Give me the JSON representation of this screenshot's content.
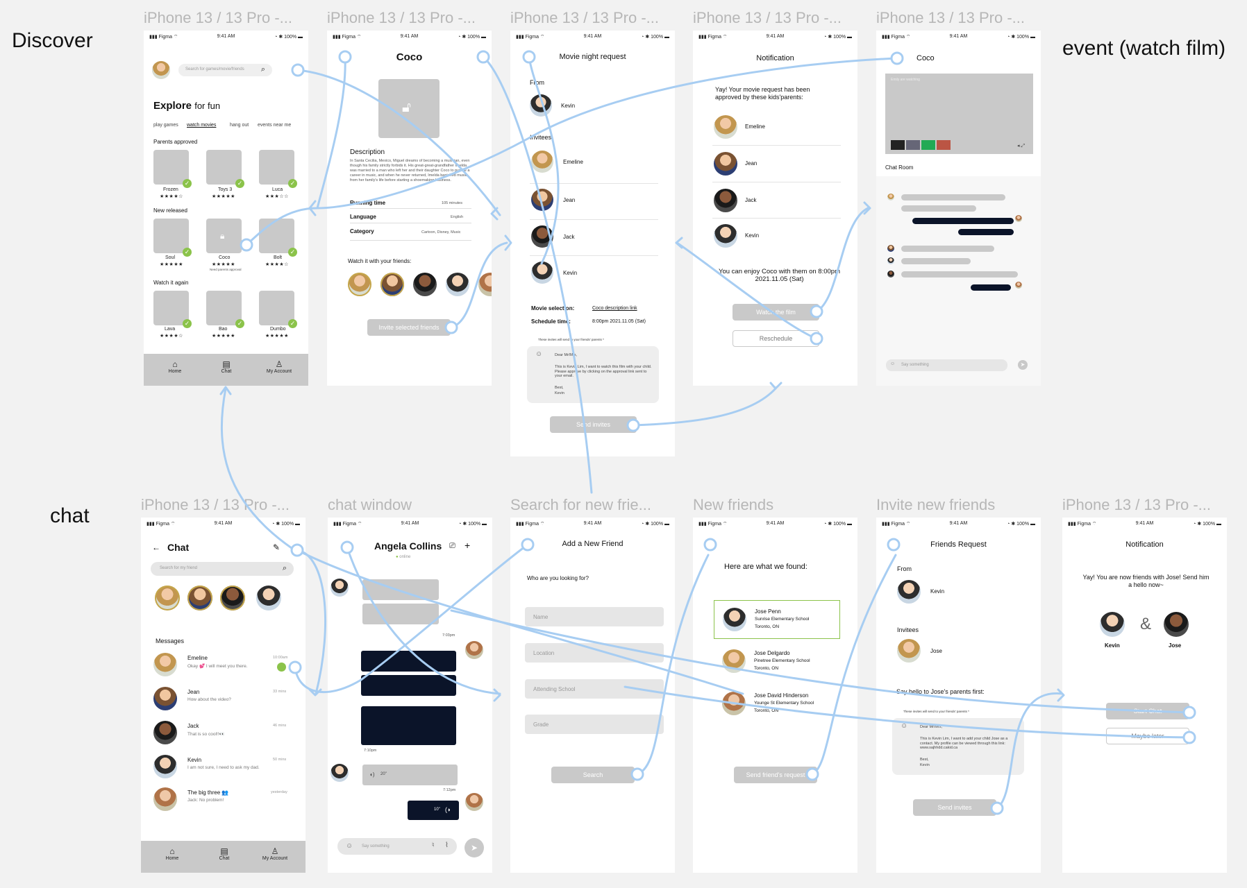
{
  "sections": {
    "discover": "Discover",
    "event": "event (watch film)",
    "chat": "chat"
  },
  "frame_labels": [
    "iPhone 13 / 13 Pro -...",
    "iPhone 13 / 13 Pro -...",
    "iPhone 13 / 13 Pro -...",
    "iPhone 13 / 13 Pro -...",
    "iPhone 13 / 13 Pro -...",
    "iPhone 13 / 13 Pro -...",
    "chat window",
    "Search for new frie...",
    "New friends",
    "Invite new friends",
    "iPhone 13 / 13 Pro -..."
  ],
  "status": {
    "carrier": "Figma",
    "time": "9:41 AM",
    "battery": "100%"
  },
  "nav": {
    "home": "Home",
    "chat": "Chat",
    "account": "My Account"
  },
  "discover": {
    "search_placeholder": "Search for games/movie/friends",
    "explore_bold": "Explore",
    "explore_rest": "for fun",
    "tabs": [
      "play games",
      "watch movies",
      "hang out",
      "events near me"
    ],
    "parents_approved": "Parents approved",
    "row1": [
      {
        "name": "Frozen",
        "stars": "★★★★☆"
      },
      {
        "name": "Toys 3",
        "stars": "★★★★★"
      },
      {
        "name": "Luca",
        "stars": "★★★☆☆"
      }
    ],
    "new_released": "New released",
    "row2": [
      {
        "name": "Soul",
        "stars": "★★★★★"
      },
      {
        "name": "Coco",
        "stars": "★★★★★",
        "note": "Need parents approval"
      },
      {
        "name": "Bolt",
        "stars": "★★★★☆"
      }
    ],
    "watch_again": "Watch it again",
    "row3": [
      {
        "name": "Lava",
        "stars": "★★★★☆"
      },
      {
        "name": "Bao",
        "stars": "★★★★★"
      },
      {
        "name": "Dumbo",
        "stars": "★★★★★"
      }
    ]
  },
  "coco": {
    "title": "Coco",
    "description_label": "Description",
    "description": "In Santa Cecilia, Mexico, Miguel dreams of becoming a musician, even though his family strictly forbids it. His great-great-grandfather Imelda was married to a man who left her and their daughter Coco to pursue a career in music, and when he never returned, Imelda banished music from her family's life before starting a shoemaking business.",
    "running_time_label": "Running time",
    "running_time": "105 minutes",
    "language_label": "Language",
    "language": "English",
    "category_label": "Category",
    "category": "Cartoon, Disney, Music",
    "watch_with": "Watch it with your friends:",
    "invite_btn": "Invite selected friends"
  },
  "request": {
    "title": "Movie night request",
    "from": "From",
    "from_name": "Kevin",
    "invitees": "Invitees",
    "invitee_names": [
      "Emeline",
      "Jean",
      "Jack",
      "Kevin"
    ],
    "movie_sel_label": "Movie selection:",
    "movie_sel": "Coco description link",
    "schedule_label": "Schedule time:",
    "schedule": "8:00pm 2021.11.05 (Sat)",
    "note": "These invites will send to your friends' parents *",
    "letter": [
      "Dear Mr/Mrs,",
      "This is Kevin Lim, I want to watch this film with your child. Please approve by clicking on the approval link sent to your email.",
      "Best,",
      "Kevin"
    ],
    "send_btn": "Send invites"
  },
  "notification": {
    "title": "Notification",
    "msg": "Yay! Your movie request has been approved by these kids'parents:",
    "names": [
      "Emeline",
      "Jean",
      "Jack",
      "Kevin"
    ],
    "enjoy": "You can enjoy Coco with them on 8:00pm 2021.11.05 (Sat)",
    "watch_btn": "Watch the film",
    "reschedule_btn": "Reschedule"
  },
  "event": {
    "title": "Coco",
    "video_note": "Emily are watching",
    "chatroom": "Chat Room",
    "say": "Say something"
  },
  "chat": {
    "title": "Chat",
    "search": "Search for my friend",
    "messages": "Messages",
    "items": [
      {
        "name": "Emeline",
        "msg": "Okay 💕 I will meet you there.",
        "time": "10:00am"
      },
      {
        "name": "Jean",
        "msg": "How about the video?",
        "time": "33 mins"
      },
      {
        "name": "Jack",
        "msg": "That is so cool!!👀",
        "time": "46 mins"
      },
      {
        "name": "Kevin",
        "msg": "I am not sure, I need to ask my dad.",
        "time": "50 mins"
      },
      {
        "name": "The big three 👥",
        "msg": "Jack: No problem!",
        "time": "yesterday"
      }
    ]
  },
  "window": {
    "name": "Angela Collins",
    "online": "online",
    "t1": "7:03pm",
    "t2": "7:10pm",
    "t3": "7:12pm",
    "voice1": "20\"",
    "voice2": "10\"",
    "say": "Say something"
  },
  "search_friend": {
    "title": "Add a New Friend",
    "question": "Who are you looking for?",
    "fields": [
      "Name",
      "Location",
      "Attending School",
      "Grade"
    ],
    "btn": "Search"
  },
  "new_friends": {
    "title": "Here are what we found:",
    "results": [
      {
        "name": "Jose Penn",
        "school": "Sunrise Elementary School",
        "city": "Toronto, ON"
      },
      {
        "name": "Jose Delgardo",
        "school": "Pinetree Elementary School",
        "city": "Toronto, ON"
      },
      {
        "name": "Jose David Hinderson",
        "school": "Younge St Elementary School",
        "city": "Toronto, ON"
      }
    ],
    "btn": "Send friend's request"
  },
  "invite_friends": {
    "title": "Friends Request",
    "from": "From",
    "from_name": "Kevin",
    "invitees": "Invitees",
    "invitee": "Jose",
    "say_hello": "Say hello to Jose's parents first:",
    "note": "These invites will send to your friends' parents *",
    "letter": [
      "Dear Mr/Mrs,",
      "This is Kevin Lim, I want to add your child Jose as a contact. My profile can be viewed through this link: www.sajhhdd.cakid.ca",
      "Best,",
      "Kevin"
    ],
    "btn": "Send invites"
  },
  "friend_notif": {
    "title": "Notification",
    "msg": "Yay! You are now friends with Jose! Send him a hello now~",
    "left": "Kevin",
    "amp": "&",
    "right": "Jose",
    "start_btn": "Start Chat",
    "later_btn": "Maybe later"
  },
  "colors": {
    "accent": "#8bc34a",
    "link": "#a7cdf2",
    "gray": "#c9c9c9",
    "dark": "#0b1429"
  }
}
